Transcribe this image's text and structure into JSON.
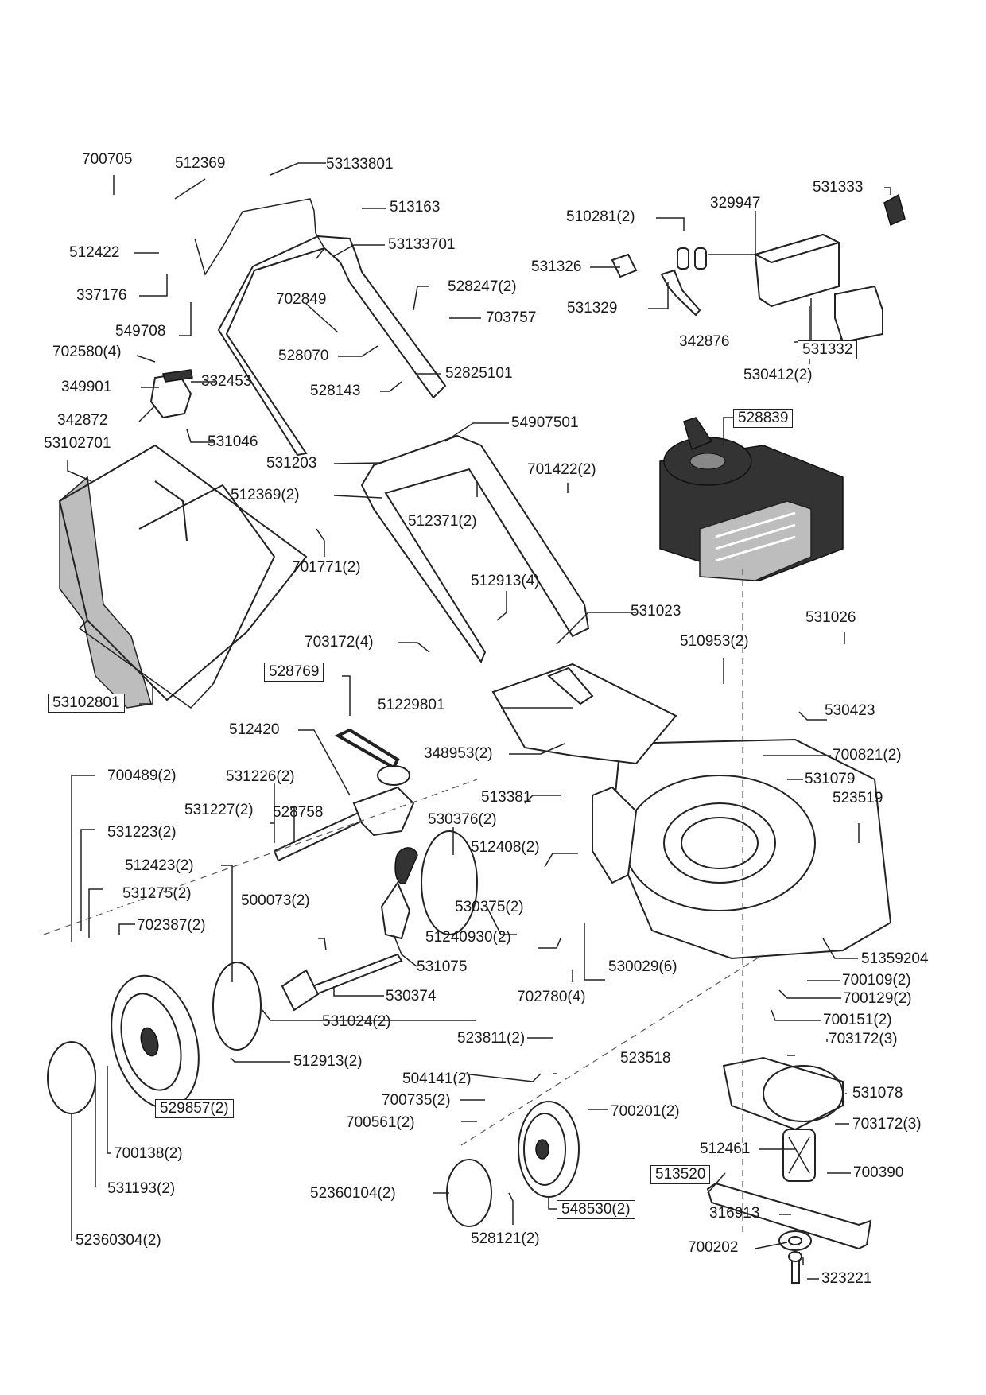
{
  "diagram": {
    "title": "Lawn mower exploded parts diagram",
    "colors": {
      "line": "#222222",
      "shade": "#bdbdbd",
      "background": "#ffffff"
    },
    "callouts": [
      {
        "id": "c1",
        "text": "700705"
      },
      {
        "id": "c2",
        "text": "512369"
      },
      {
        "id": "c3",
        "text": "53133801"
      },
      {
        "id": "c4",
        "text": "513163"
      },
      {
        "id": "c5",
        "text": "53133701"
      },
      {
        "id": "c6",
        "text": "512422"
      },
      {
        "id": "c7",
        "text": "337176"
      },
      {
        "id": "c8",
        "text": "549708"
      },
      {
        "id": "c9",
        "text": "702849"
      },
      {
        "id": "c10",
        "text": "528247(2)"
      },
      {
        "id": "c11",
        "text": "703757"
      },
      {
        "id": "c12",
        "text": "528070"
      },
      {
        "id": "c13",
        "text": "702580(4)"
      },
      {
        "id": "c14",
        "text": "332453"
      },
      {
        "id": "c15",
        "text": "349901"
      },
      {
        "id": "c16",
        "text": "528143"
      },
      {
        "id": "c17",
        "text": "52825101"
      },
      {
        "id": "c18",
        "text": "342872"
      },
      {
        "id": "c19",
        "text": "531046"
      },
      {
        "id": "c20",
        "text": "53102701"
      },
      {
        "id": "c21",
        "text": "510281(2)"
      },
      {
        "id": "c22",
        "text": "329947"
      },
      {
        "id": "c23",
        "text": "531333"
      },
      {
        "id": "c24",
        "text": "531326"
      },
      {
        "id": "c25",
        "text": "531329"
      },
      {
        "id": "c26",
        "text": "342876"
      },
      {
        "id": "c27",
        "text": "531332",
        "boxed": true
      },
      {
        "id": "c28",
        "text": "530412(2)"
      },
      {
        "id": "c29",
        "text": "528839",
        "boxed": true
      },
      {
        "id": "c30",
        "text": "54907501"
      },
      {
        "id": "c31",
        "text": "531203"
      },
      {
        "id": "c32",
        "text": "701422(2)"
      },
      {
        "id": "c33",
        "text": "512369(2)"
      },
      {
        "id": "c34",
        "text": "512371(2)"
      },
      {
        "id": "c35",
        "text": "701771(2)"
      },
      {
        "id": "c36",
        "text": "512913(4)"
      },
      {
        "id": "c37",
        "text": "531023"
      },
      {
        "id": "c38",
        "text": "531026"
      },
      {
        "id": "c39",
        "text": "703172(4)"
      },
      {
        "id": "c40",
        "text": "510953(2)"
      },
      {
        "id": "c41",
        "text": "528769",
        "boxed": true
      },
      {
        "id": "c42",
        "text": "53102801",
        "boxed": true
      },
      {
        "id": "c43",
        "text": "51229801"
      },
      {
        "id": "c44",
        "text": "530423"
      },
      {
        "id": "c45",
        "text": "512420"
      },
      {
        "id": "c46",
        "text": "348953(2)"
      },
      {
        "id": "c47",
        "text": "700821(2)"
      },
      {
        "id": "c48",
        "text": "531079"
      },
      {
        "id": "c49",
        "text": "700489(2)"
      },
      {
        "id": "c50",
        "text": "531226(2)"
      },
      {
        "id": "c51",
        "text": "531227(2)"
      },
      {
        "id": "c52",
        "text": "513381"
      },
      {
        "id": "c53",
        "text": "523519"
      },
      {
        "id": "c54",
        "text": "531223(2)"
      },
      {
        "id": "c55",
        "text": "528758"
      },
      {
        "id": "c56",
        "text": "530376(2)"
      },
      {
        "id": "c57",
        "text": "512423(2)"
      },
      {
        "id": "c58",
        "text": "512408(2)"
      },
      {
        "id": "c59",
        "text": "531275(2)"
      },
      {
        "id": "c60",
        "text": "500073(2)"
      },
      {
        "id": "c61",
        "text": "530375(2)"
      },
      {
        "id": "c62",
        "text": "702387(2)"
      },
      {
        "id": "c63",
        "text": "51240930(2)"
      },
      {
        "id": "c64",
        "text": "531075"
      },
      {
        "id": "c65",
        "text": "530029(6)"
      },
      {
        "id": "c66",
        "text": "51359204"
      },
      {
        "id": "c67",
        "text": "530374"
      },
      {
        "id": "c68",
        "text": "702780(4)"
      },
      {
        "id": "c69",
        "text": "700109(2)"
      },
      {
        "id": "c70",
        "text": "700129(2)"
      },
      {
        "id": "c71",
        "text": "531024(2)"
      },
      {
        "id": "c72",
        "text": "700151(2)"
      },
      {
        "id": "c73",
        "text": "703172(3)"
      },
      {
        "id": "c74",
        "text": "523811(2)"
      },
      {
        "id": "c75",
        "text": "523518"
      },
      {
        "id": "c76",
        "text": "512913(2)"
      },
      {
        "id": "c77",
        "text": "504141(2)"
      },
      {
        "id": "c78",
        "text": "531078"
      },
      {
        "id": "c79",
        "text": "529857(2)",
        "boxed": true
      },
      {
        "id": "c80",
        "text": "700735(2)"
      },
      {
        "id": "c81",
        "text": "700201(2)"
      },
      {
        "id": "c82",
        "text": "700561(2)"
      },
      {
        "id": "c83",
        "text": "703172(3)"
      },
      {
        "id": "c84",
        "text": "700138(2)"
      },
      {
        "id": "c85",
        "text": "512461"
      },
      {
        "id": "c86",
        "text": "513520",
        "boxed": true
      },
      {
        "id": "c87",
        "text": "700390"
      },
      {
        "id": "c88",
        "text": "531193(2)"
      },
      {
        "id": "c89",
        "text": "52360104(2)"
      },
      {
        "id": "c90",
        "text": "548530(2)",
        "boxed": true
      },
      {
        "id": "c91",
        "text": "316913"
      },
      {
        "id": "c92",
        "text": "700202"
      },
      {
        "id": "c93",
        "text": "323221"
      },
      {
        "id": "c94",
        "text": "52360304(2)"
      },
      {
        "id": "c95",
        "text": "528121(2)"
      }
    ]
  }
}
